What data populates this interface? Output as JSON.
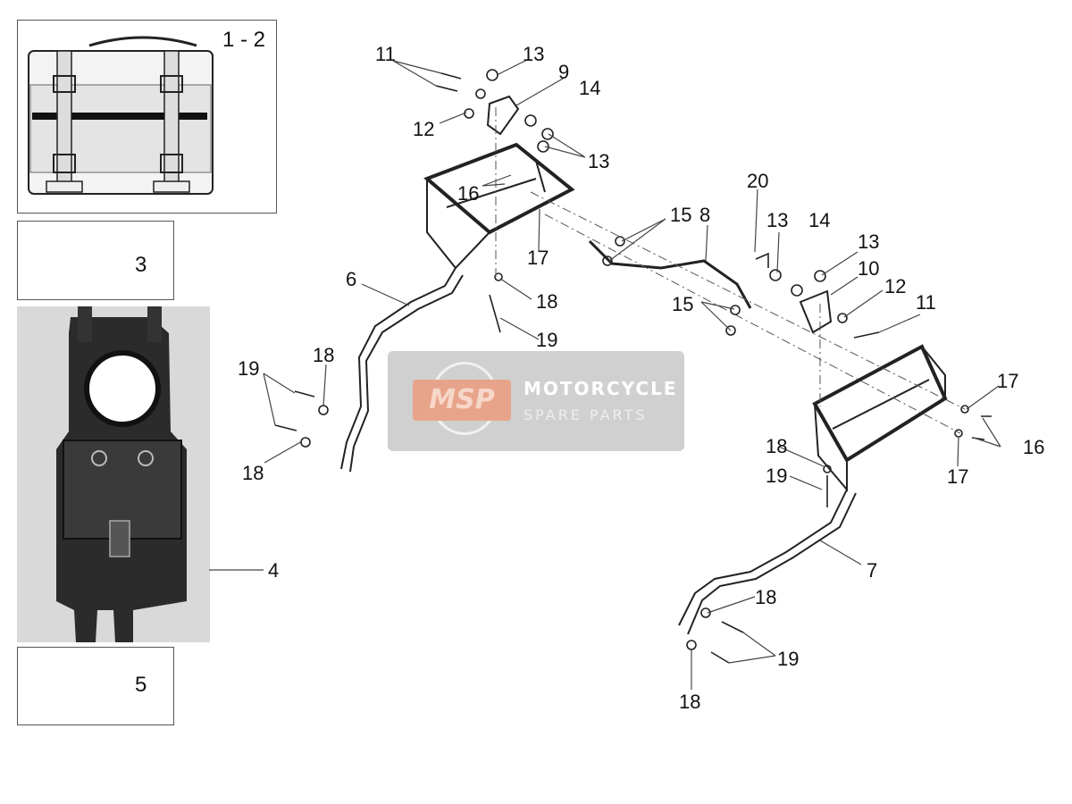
{
  "panels": {
    "p12": {
      "label": "1 - 2"
    },
    "p3": {
      "label": "3"
    },
    "p5": {
      "label": "5"
    }
  },
  "callouts": {
    "c4": "4",
    "c6": "6",
    "c7": "7",
    "c8": "8",
    "c9": "9",
    "c10": "10",
    "c11a": "11",
    "c11b": "11",
    "c12a": "12",
    "c12b": "12",
    "c13a": "13",
    "c13b": "13",
    "c13c": "13",
    "c13d": "13",
    "c14a": "14",
    "c14b": "14",
    "c15a": "15",
    "c15b": "15",
    "c16a": "16",
    "c16b": "16",
    "c17a": "17",
    "c17b": "17",
    "c17c": "17",
    "c18a": "18",
    "c18b": "18",
    "c18c": "18",
    "c18d": "18",
    "c18e": "18",
    "c18f": "18",
    "c19a": "19",
    "c19b": "19",
    "c19c": "19",
    "c19d": "19",
    "c20": "20"
  },
  "watermark": {
    "badge": "MSP",
    "title": "MOTORCYCLE",
    "subtitle": "SPARE PARTS",
    "badge_color": "#e8a48a"
  }
}
